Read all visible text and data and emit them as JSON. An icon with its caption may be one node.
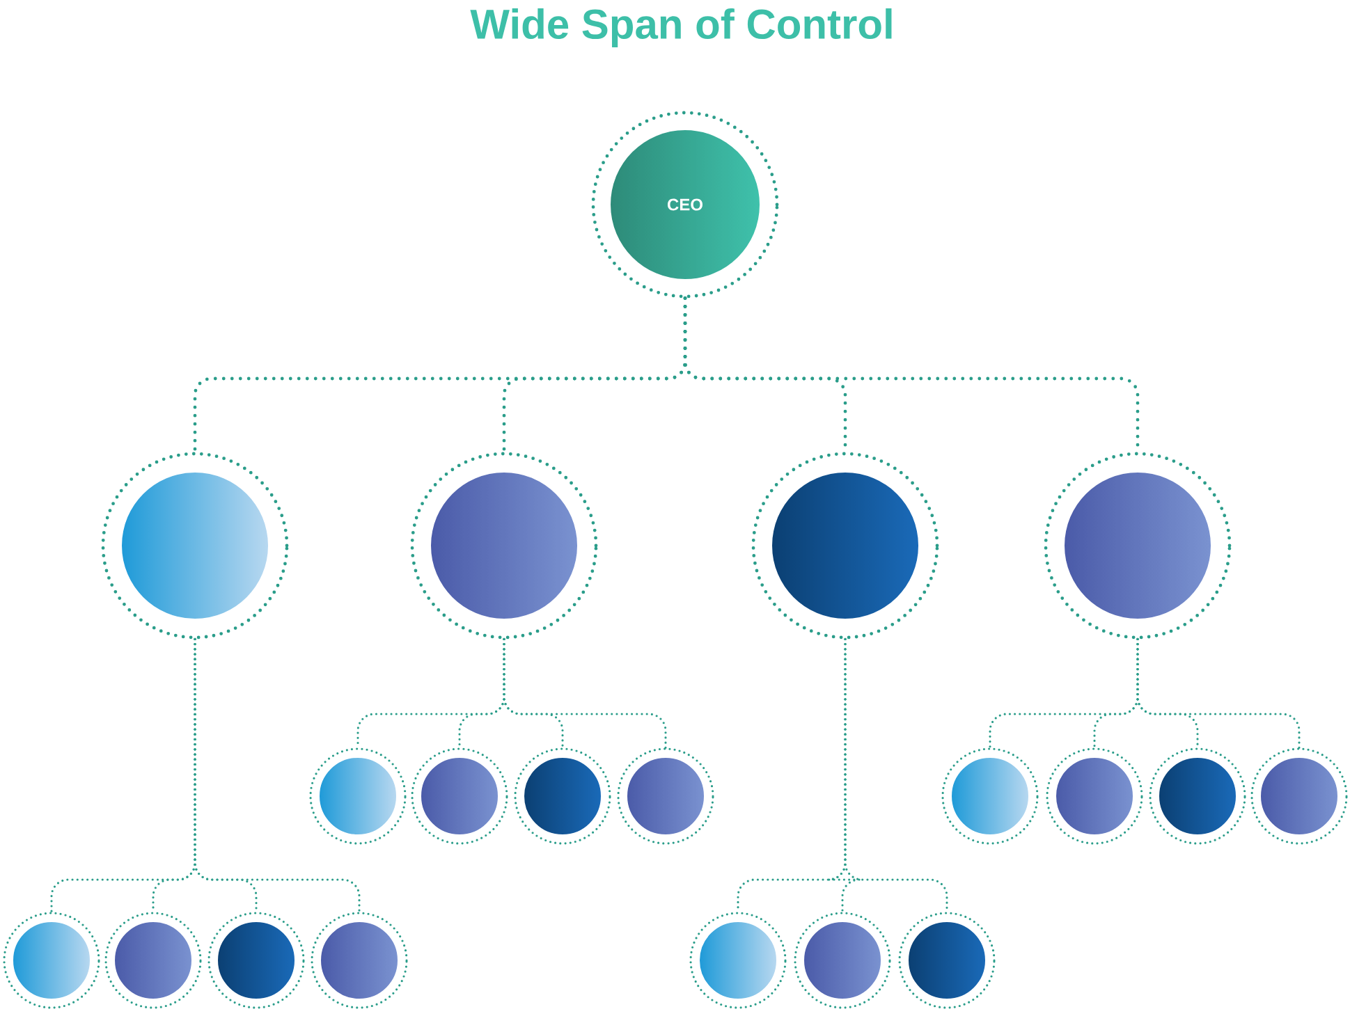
{
  "diagram": {
    "title": "Wide Span of Control",
    "nodes": [
      {
        "text": [
          "CEO"
        ]
      },
      {
        "text": [],
        "shape": "circle"
      },
      {
        "text": [],
        "shape": "circle"
      },
      {
        "text": [],
        "shape": "circle"
      },
      {
        "text": [],
        "shape": "circle"
      },
      {
        "text": [],
        "shape": "circle"
      },
      {
        "text": [],
        "shape": "circle"
      },
      {
        "text": [],
        "shape": "circle"
      },
      {
        "text": [],
        "shape": "circle"
      },
      {
        "text": [],
        "shape": "circle"
      },
      {
        "text": [],
        "shape": "circle"
      },
      {
        "text": [],
        "shape": "circle"
      },
      {
        "text": [],
        "shape": "circle"
      },
      {
        "text": [],
        "shape": "circle"
      },
      {
        "text": [],
        "shape": "circle"
      },
      {
        "text": [],
        "shape": "circle"
      },
      {
        "text": [],
        "shape": "circle"
      },
      {
        "text": [],
        "shape": "circle"
      },
      {
        "text": [],
        "shape": "circle"
      },
      {
        "text": [],
        "shape": "circle"
      }
    ],
    "edges": [
      {
        "from": 0,
        "to": 1,
        "arrow": "none"
      },
      {
        "from": 0,
        "to": 2,
        "arrow": "none"
      },
      {
        "from": 0,
        "to": 3,
        "arrow": "none"
      },
      {
        "from": 0,
        "to": 4,
        "arrow": "none"
      },
      {
        "from": 1,
        "to": 5,
        "arrow": "none"
      },
      {
        "from": 1,
        "to": 6,
        "arrow": "none"
      },
      {
        "from": 1,
        "to": 7,
        "arrow": "none"
      },
      {
        "from": 1,
        "to": 8,
        "arrow": "none"
      },
      {
        "from": 2,
        "to": 9,
        "arrow": "none"
      },
      {
        "from": 2,
        "to": 10,
        "arrow": "none"
      },
      {
        "from": 2,
        "to": 11,
        "arrow": "none"
      },
      {
        "from": 2,
        "to": 12,
        "arrow": "none"
      },
      {
        "from": 3,
        "to": 13,
        "arrow": "none"
      },
      {
        "from": 3,
        "to": 14,
        "arrow": "none"
      },
      {
        "from": 3,
        "to": 15,
        "arrow": "none"
      },
      {
        "from": 4,
        "to": 16,
        "arrow": "none"
      },
      {
        "from": 4,
        "to": 17,
        "arrow": "none"
      },
      {
        "from": 4,
        "to": 18,
        "arrow": "none"
      },
      {
        "from": 4,
        "to": 19,
        "arrow": "none"
      }
    ]
  }
}
